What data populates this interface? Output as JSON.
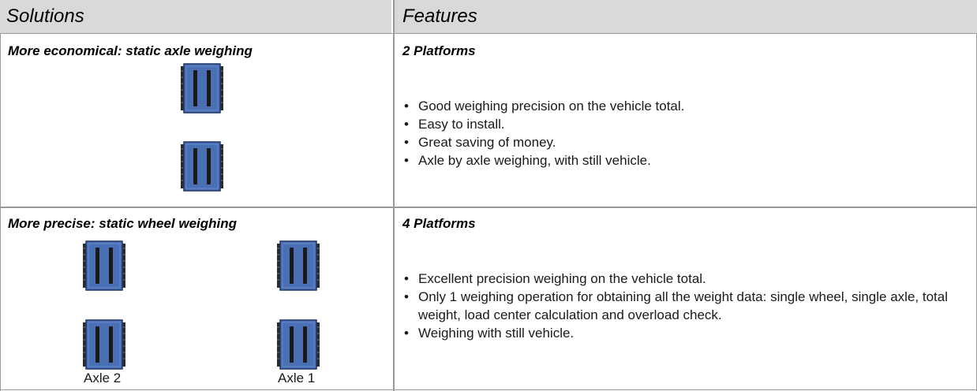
{
  "header": {
    "solutions": "Solutions",
    "features": "Features"
  },
  "rows": [
    {
      "solution_title": "More economical: static axle weighing",
      "feature_title": "2 Platforms",
      "features": [
        "Good weighing precision on the vehicle total.",
        "Easy to install.",
        "Great saving of money.",
        "Axle by axle weighing, with still vehicle."
      ]
    },
    {
      "solution_title": "More precise: static wheel weighing",
      "feature_title": "4 Platforms",
      "features": [
        "Excellent precision weighing on the vehicle total.",
        "Only 1 weighing operation for obtaining all the weight data: single wheel, single axle, total weight, load center calculation and overload check.",
        "Weighing with still vehicle."
      ],
      "axle_labels": [
        "Axle 2",
        "Axle 1"
      ]
    }
  ],
  "icons": {
    "platform": "weighing-platform-icon"
  },
  "colors": {
    "platform_fill": "#4a6fb5",
    "header_bg": "#d9d9d9"
  }
}
